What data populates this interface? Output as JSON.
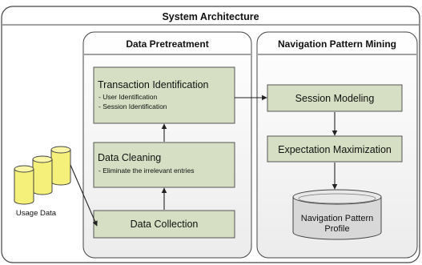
{
  "diagram": {
    "title": "System Architecture",
    "groups": {
      "pretreatment": {
        "title": "Data Pretreatment"
      },
      "mining": {
        "title": "Navigation Pattern Mining"
      }
    },
    "nodes": {
      "transaction": {
        "title": "Transaction Identification",
        "items": [
          "- User Identification",
          "- Session Identification"
        ]
      },
      "cleaning": {
        "title": "Data Cleaning",
        "items": [
          "- Eliminate the irrelevant entries"
        ]
      },
      "collection": {
        "title": "Data Collection"
      },
      "session": {
        "title": "Session Modeling"
      },
      "expectation": {
        "title": "Expectation Maximization"
      },
      "profile": {
        "line1": "Navigation Pattern",
        "line2": "Profile"
      },
      "usage": {
        "label": "Usage Data"
      }
    },
    "colors": {
      "box_fill": "#d6dfc3",
      "group_fill": "#f2f2f2",
      "cylinder_fill": "#f5f079",
      "profile_fill": "#d8d8d8",
      "outline": "#444444"
    }
  }
}
